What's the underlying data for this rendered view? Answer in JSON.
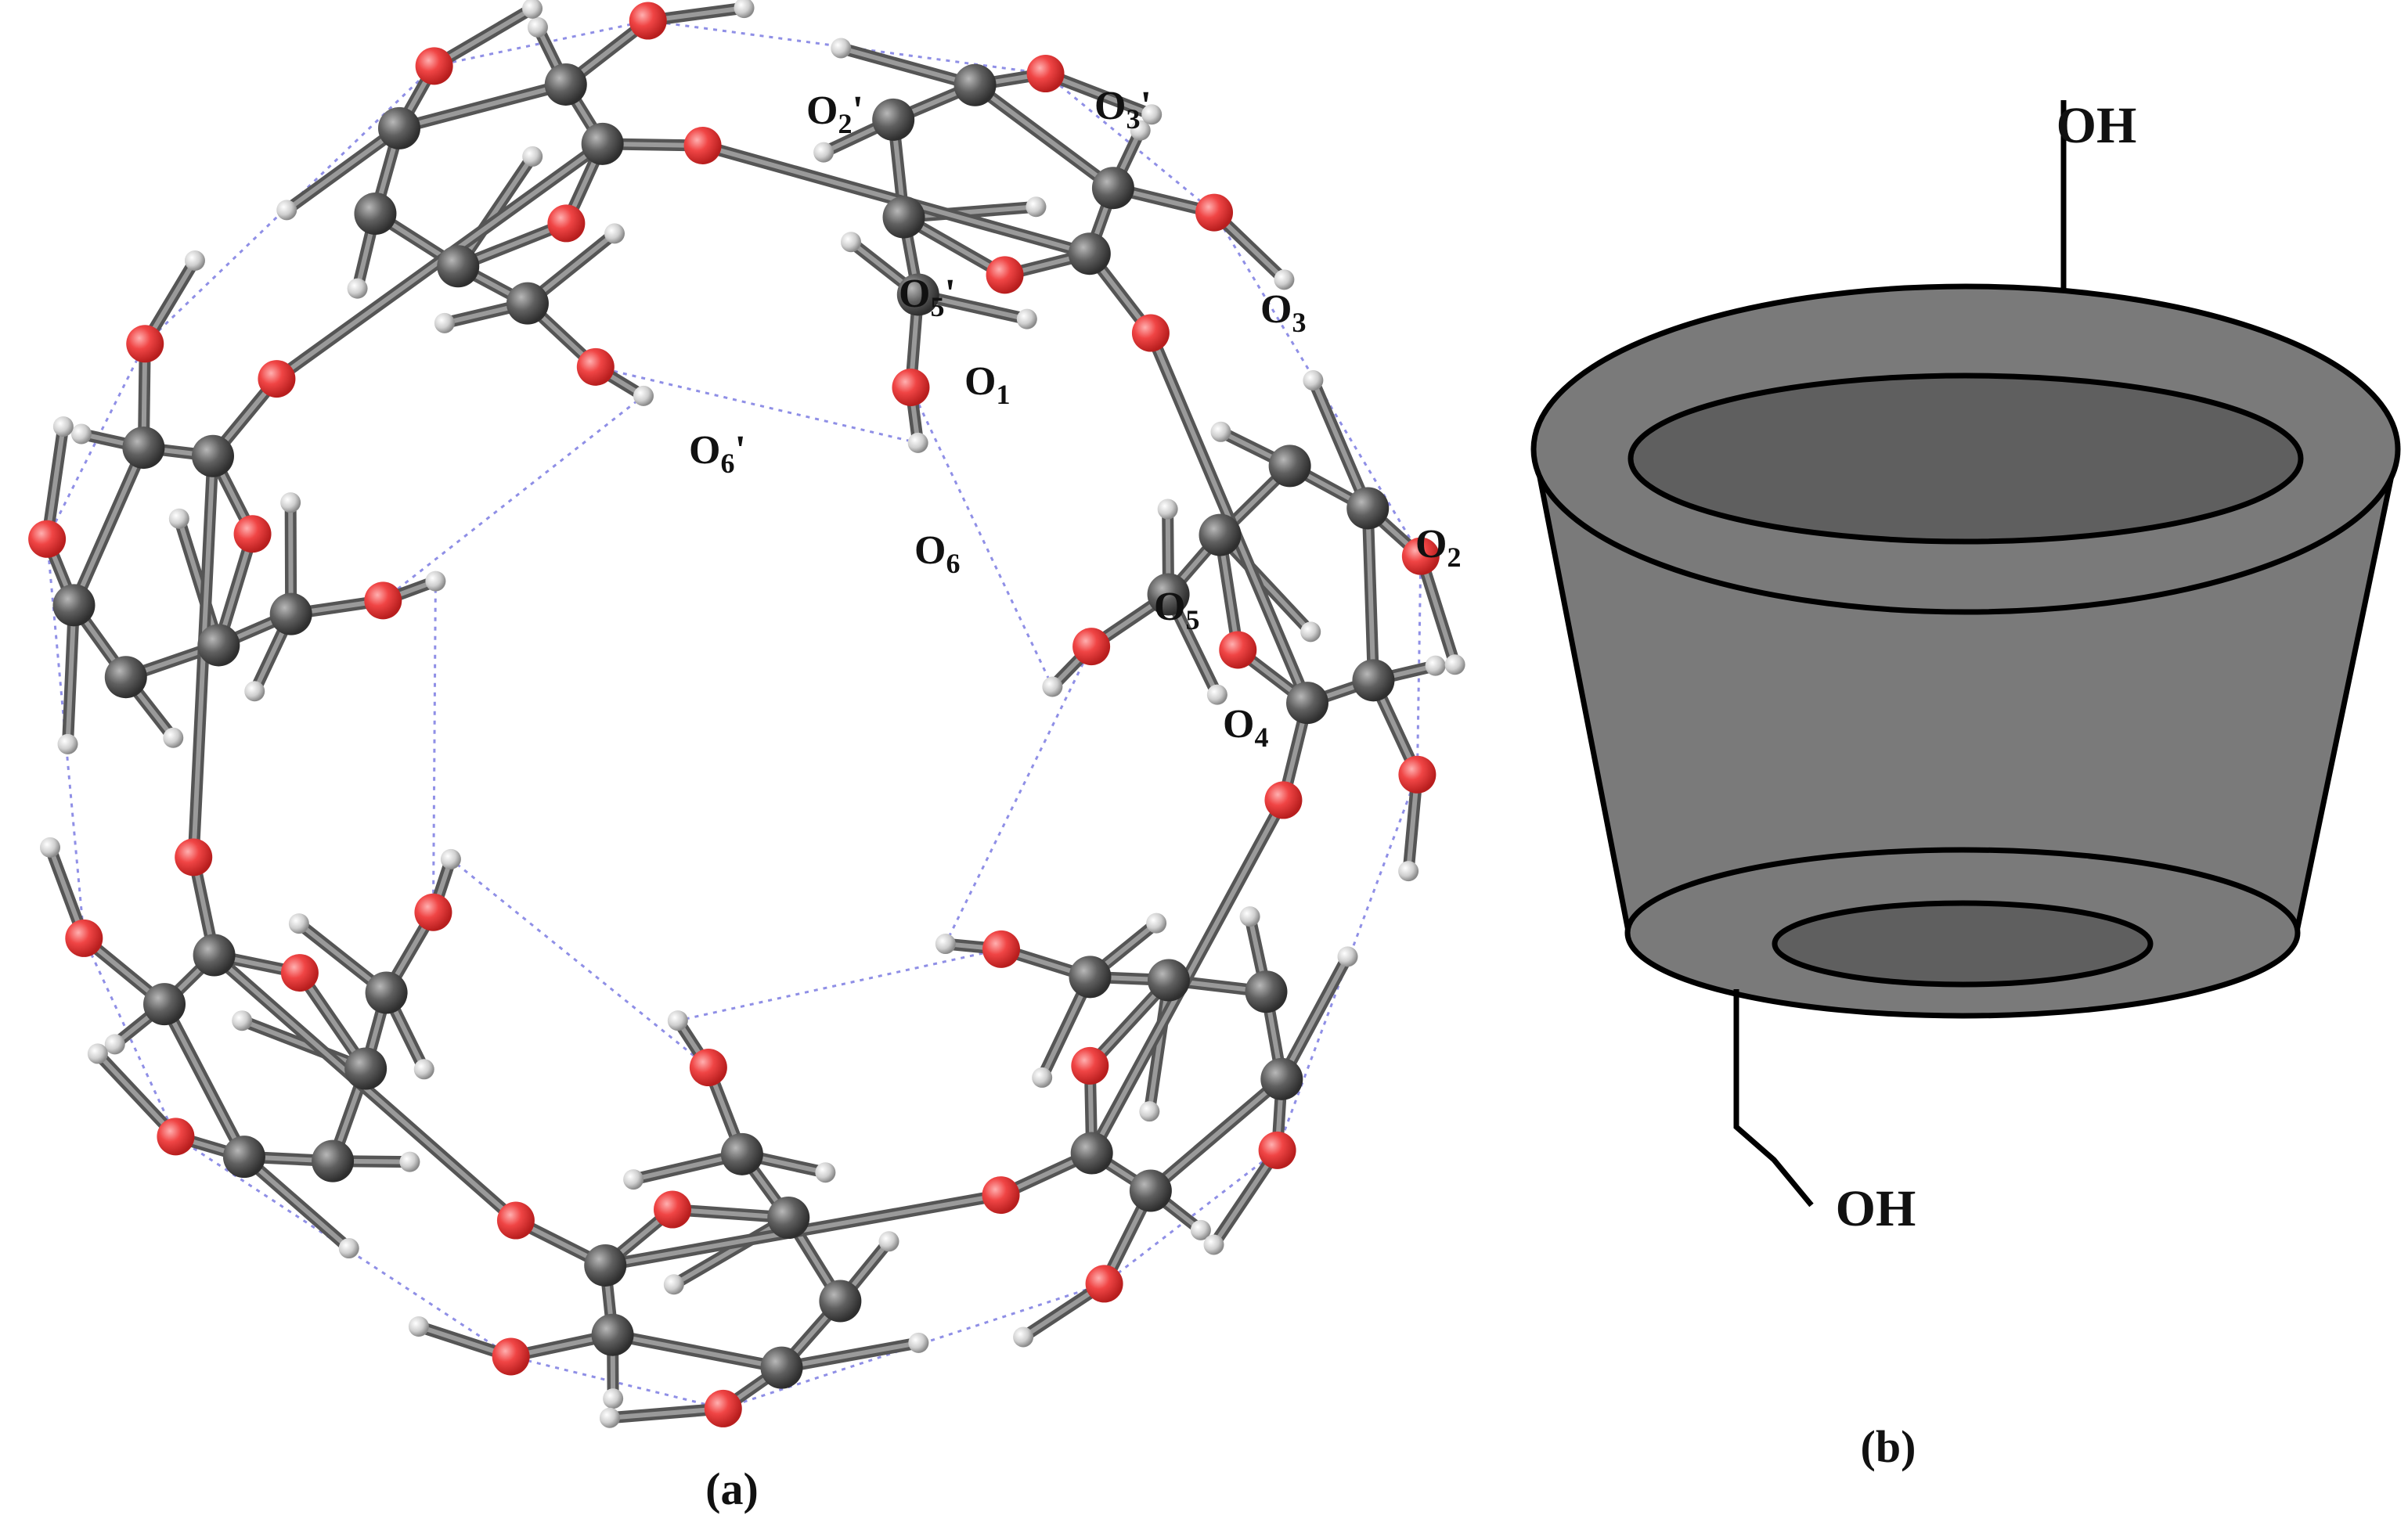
{
  "panel_a": {
    "caption": "(a)",
    "atom_labels": {
      "O2p": {
        "base": "O",
        "sub": "2",
        "prime": "'"
      },
      "O3p": {
        "base": "O",
        "sub": "3",
        "prime": "'"
      },
      "O5p": {
        "base": "O",
        "sub": "5",
        "prime": "'"
      },
      "O6p": {
        "base": "O",
        "sub": "6",
        "prime": "'"
      },
      "O1": {
        "base": "O",
        "sub": "1",
        "prime": ""
      },
      "O3": {
        "base": "O",
        "sub": "3",
        "prime": ""
      },
      "O2": {
        "base": "O",
        "sub": "2",
        "prime": ""
      },
      "O6": {
        "base": "O",
        "sub": "6",
        "prime": ""
      },
      "O5": {
        "base": "O",
        "sub": "5",
        "prime": ""
      },
      "O4": {
        "base": "O",
        "sub": "4",
        "prime": ""
      }
    }
  },
  "panel_b": {
    "caption": "(b)",
    "top_label": "OH",
    "bottom_label": "OH"
  },
  "colors": {
    "oxygen": "#ee3b3b",
    "carbon": "#5e5e5e",
    "hydrogen": "#c8c8c8",
    "hbond": "#8f8fe6",
    "cone_body": "#7a7a7a",
    "cone_inner": "#5f5f5f",
    "outline": "#000000"
  }
}
